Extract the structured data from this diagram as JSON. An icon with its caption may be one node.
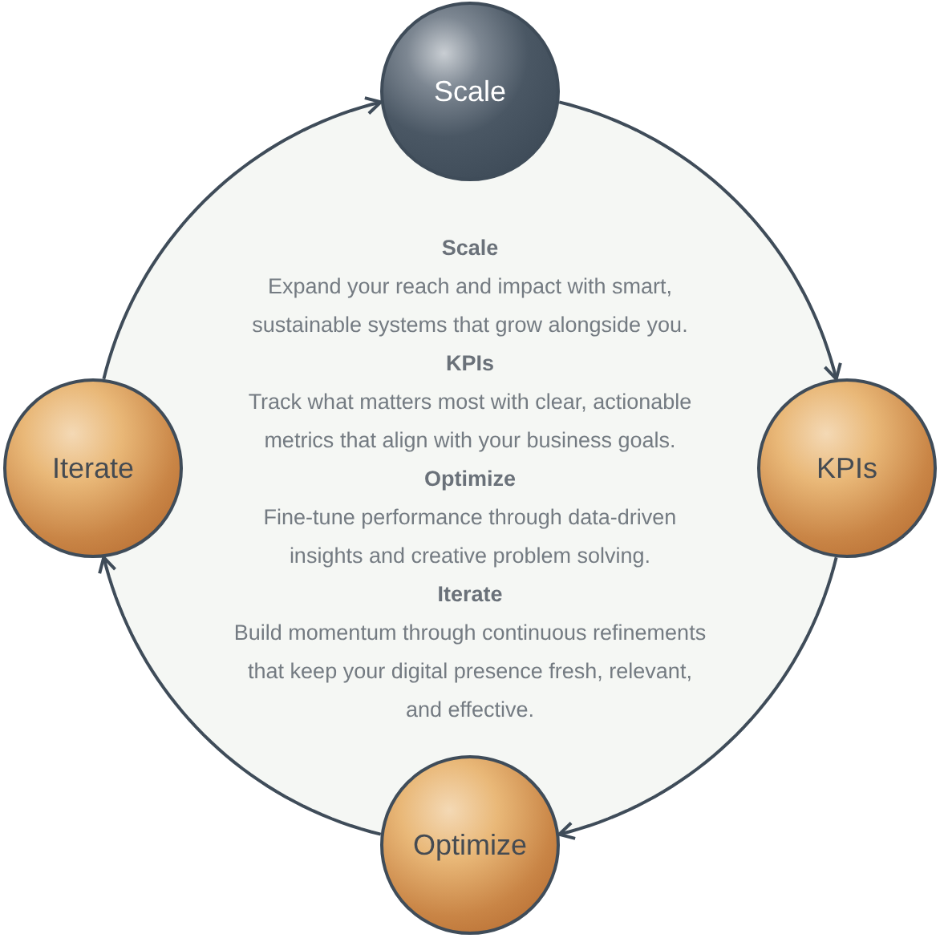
{
  "diagram": {
    "nodes": [
      {
        "text": [
          "Scale"
        ]
      },
      {
        "text": [
          "KPIs"
        ]
      },
      {
        "text": [
          "Optimize"
        ]
      },
      {
        "text": [
          "Iterate"
        ]
      }
    ],
    "edges": [
      {
        "from": 3,
        "to": 0,
        "arrow": "to"
      },
      {
        "from": 0,
        "to": 1,
        "arrow": "to"
      },
      {
        "from": 1,
        "to": 2,
        "arrow": "to"
      },
      {
        "from": 2,
        "to": 3,
        "arrow": "to"
      }
    ],
    "labels": [
      "Scale",
      "Expand your reach and impact with smart, sustainable systems that grow alongside you.",
      "KPIs",
      "Track what matters most with clear, actionable metrics that align with your business goals.",
      "Optimize",
      "Fine-tune performance through data-driven insights and creative problem solving.",
      "Iterate",
      "Build momentum through continuous refinements that keep your digital presence fresh, relevant, and effective."
    ]
  }
}
